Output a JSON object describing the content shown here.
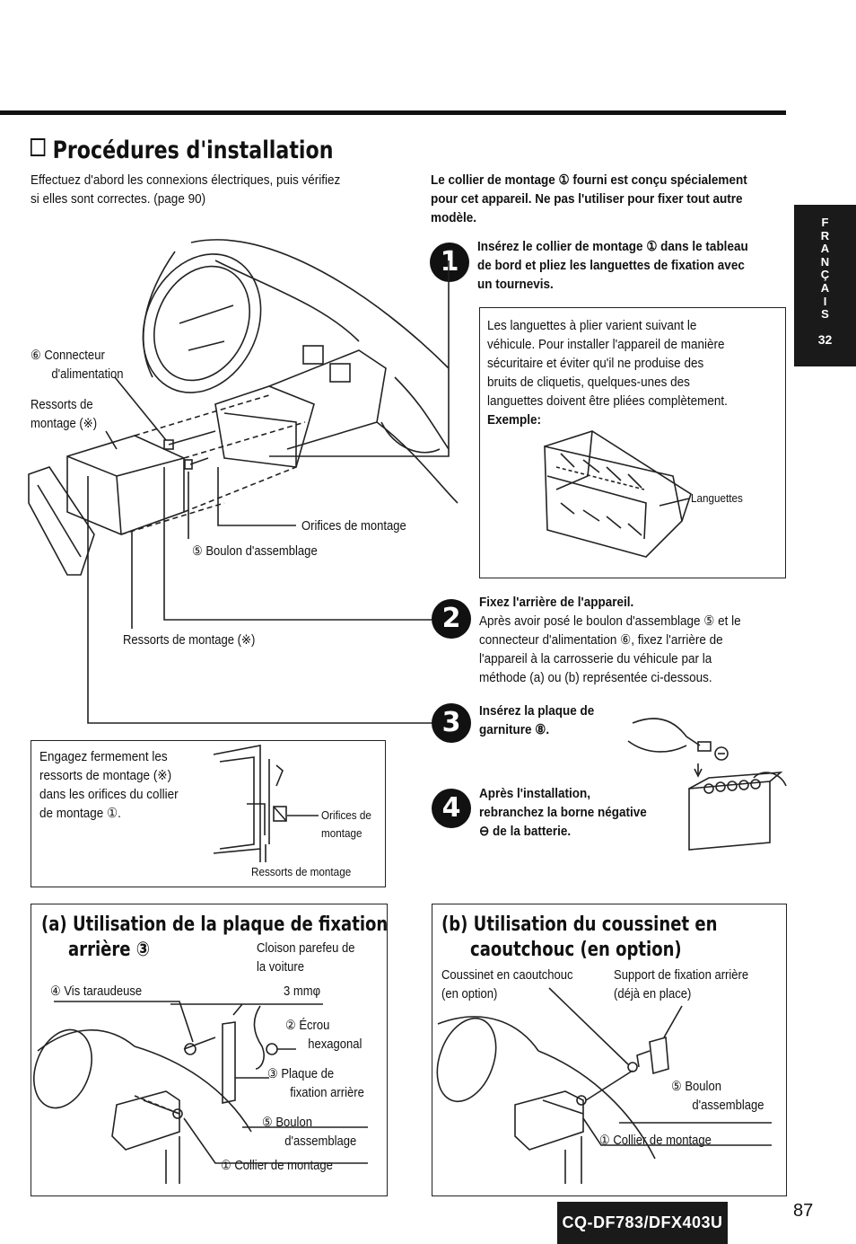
{
  "header": {
    "title": "Procédures d'installation",
    "intro_line1": "Effectuez d'abord les connexions électriques, puis vérifiez",
    "intro_line2": "si elles sont correctes. (page 90)",
    "warning_line1": "Le collier de montage ① fourni est conçu spécialement",
    "warning_line2": "pour cet appareil. Ne pas l'utiliser pour fixer tout autre",
    "warning_line3": "modèle."
  },
  "side_tab": {
    "letters": [
      "F",
      "R",
      "A",
      "N",
      "Ç",
      "A",
      "I",
      "S"
    ],
    "number": "32"
  },
  "step1": {
    "number": "1",
    "line1": "Insérez le collier de montage ① dans le tableau",
    "line2": "de bord et pliez les languettes de fixation avec",
    "line3": "un tournevis.",
    "note_line1": "Les languettes à plier varient suivant le",
    "note_line2": "véhicule. Pour installer l'appareil de manière",
    "note_line3": "sécuritaire et éviter qu'il ne produise des",
    "note_line4": "bruits de cliquetis, quelques-unes des",
    "note_line5": "languettes doivent être pliées complètement.",
    "example_label": "Exemple:",
    "tabs_label": "Languettes"
  },
  "step2": {
    "number": "2",
    "heading": "Fixez l'arrière de l'appareil.",
    "line1": "Après avoir posé le boulon d'assemblage ⑤ et le",
    "line2": "connecteur d'alimentation ⑥, fixez l'arrière de",
    "line3": "l'appareil à la carrosserie du véhicule par la",
    "line4": "méthode (a) ou (b) représentée ci-dessous."
  },
  "step3": {
    "number": "3",
    "line1": "Insérez la plaque de",
    "line2": "garniture ⑧."
  },
  "step4": {
    "number": "4",
    "line1": "Après l'installation,",
    "line2": "rebranchez la borne négative",
    "line3": "⊖ de la batterie."
  },
  "main_diagram": {
    "connector_1": "⑥ Connecteur",
    "connector_2": "d'alimentation",
    "springs_top_1": "Ressorts de",
    "springs_top_2": "montage (※)",
    "holes": "Orifices de montage",
    "bolt": "⑤ Boulon d'assemblage",
    "springs_bottom": "Ressorts de montage (※)"
  },
  "springs_box": {
    "line1": "Engagez fermement les",
    "line2": "ressorts de montage (※)",
    "line3": "dans les orifices du collier",
    "line4": "de montage ①.",
    "holes_1": "Orifices de",
    "holes_2": "montage",
    "springs": "Ressorts de montage"
  },
  "section_a": {
    "title_1": "(a) Utilisation de la plaque de fixation",
    "title_2": "arrière ③",
    "firewall_1": "Cloison parefeu de",
    "firewall_2": "la voiture",
    "screw": "④ Vis taraudeuse",
    "size": "3 mmφ",
    "nut_1": "② Écrou",
    "nut_2": "hexagonal",
    "plate_1": "③ Plaque de",
    "plate_2": "fixation arrière",
    "bolt_1": "⑤ Boulon",
    "bolt_2": "d'assemblage",
    "collar": "① Collier de montage"
  },
  "section_b": {
    "title_1": "(b) Utilisation du coussinet en",
    "title_2": "caoutchouc (en option)",
    "cushion_1": "Coussinet en caoutchouc",
    "cushion_2": "(en option)",
    "support_1": "Support de fixation arrière",
    "support_2": "(déjà en place)",
    "bolt_1": "⑤ Boulon",
    "bolt_2": "d'assemblage",
    "collar": "① Collier de montage"
  },
  "footer": {
    "model": "CQ-DF783/DFX403U",
    "page": "87"
  }
}
